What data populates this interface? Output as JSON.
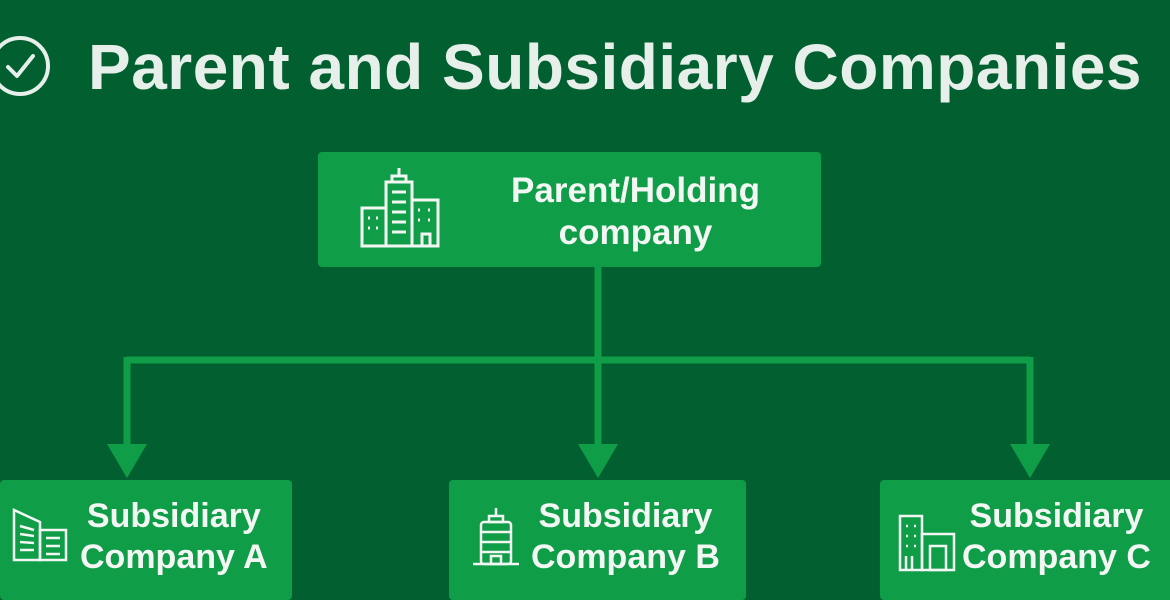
{
  "header": {
    "title": "Parent and Subsidiary Companies",
    "icon": "check-circle-icon"
  },
  "parent": {
    "label_line1": "Parent/Holding",
    "label_line2": "company",
    "icon": "office-buildings-icon"
  },
  "subsidiaries": [
    {
      "label_line1": "Subsidiary",
      "label_line2": "Company A",
      "icon": "office-building-icon"
    },
    {
      "label_line1": "Subsidiary",
      "label_line2": "Company B",
      "icon": "tower-building-icon"
    },
    {
      "label_line1": "Subsidiary",
      "label_line2": "Company C",
      "icon": "low-buildings-icon"
    }
  ],
  "colors": {
    "background": "#025f2f",
    "box": "#0f9d47",
    "connector": "#0f9d47",
    "text": "#f2f7f4"
  }
}
